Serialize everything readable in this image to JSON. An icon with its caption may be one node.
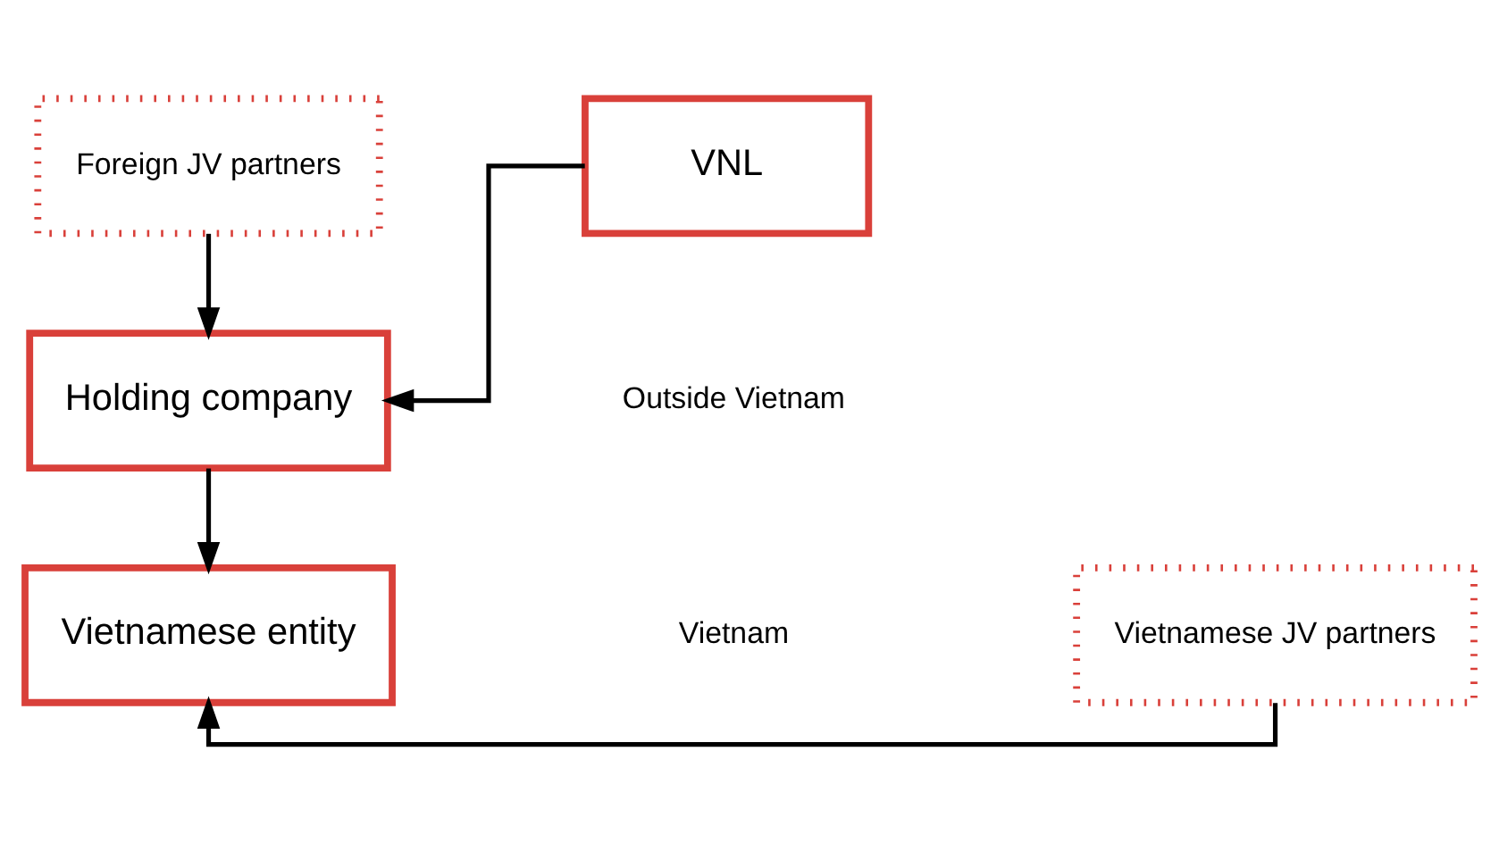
{
  "diagram": {
    "nodes": [
      {
        "text": [
          "VNL"
        ]
      },
      {
        "text": [
          "Foreign JV partners"
        ]
      },
      {
        "text": [
          "Holding company"
        ]
      },
      {
        "text": [
          "Vietnamese entity"
        ]
      },
      {
        "text": [
          "Vietnamese JV partners"
        ]
      }
    ],
    "edges": [
      {
        "from": 0,
        "to": 2,
        "arrow": "to"
      },
      {
        "from": 1,
        "to": 2,
        "arrow": "to"
      },
      {
        "from": 2,
        "to": 3,
        "arrow": "to"
      },
      {
        "from": 4,
        "to": 3,
        "arrow": "to"
      }
    ],
    "labels": [
      "Outside Vietnam",
      "Vietnam"
    ]
  }
}
